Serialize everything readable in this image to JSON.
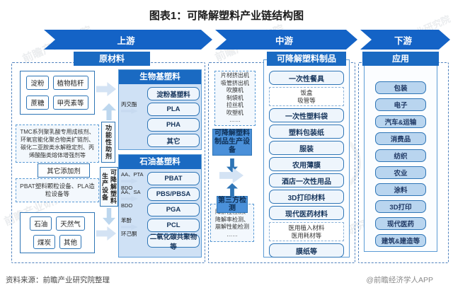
{
  "title": "图表1：可降解塑料产业链结构图",
  "banner": {
    "upstream": "上游",
    "midstream": "中游",
    "downstream": "下游"
  },
  "watermark": "前瞻产业研究院",
  "upstream": {
    "header": "原材料",
    "bio_sources": [
      "淀粉",
      "植物秸秆",
      "蔗糖",
      "甲壳素等"
    ],
    "additives_note": "TMC系列聚乳酸专用成核剂、环氧官能化聚合物类扩链剂、碳化二亚胺类水解稳定剂、丙烯酸酯类熔体增强剂等",
    "additives_label": "功能性助剂",
    "other_additives": "其它添加剂",
    "equipment_note": "PBAT塑料颗粒设备、PLA造粒设备等",
    "equipment_label": "可降解塑料生产设备",
    "fossil_sources": [
      "石油",
      "天然气",
      "煤炭",
      "其他"
    ],
    "bio_based": {
      "header": "生物基塑料",
      "pla_precursor": "丙交酯",
      "items": [
        "淀粉基塑料",
        "PLA",
        "PHA",
        "其它"
      ]
    },
    "petro_based": {
      "header": "石油基塑料",
      "items": [
        "PBAT",
        "PBS/PBSA",
        "PGA",
        "PCL",
        "二氧化碳共聚物等"
      ],
      "precursors": [
        {
          "top": "AA、PTA",
          "bottom": "BDO"
        },
        {
          "top": "AA、SA",
          "bottom": "BDO"
        },
        {
          "top": "苯酚",
          "bottom": "环己酮"
        }
      ]
    }
  },
  "midstream": {
    "header": "可降解塑料制品",
    "equipment_list": [
      "片材挤出机",
      "吸管挤出机",
      "吹膜机",
      "制袋机",
      "拉丝机",
      "吹塑机",
      "……"
    ],
    "equipment_box": "可降解塑料制品生产设备",
    "testing_box": "第三方检测",
    "testing_list": [
      "降解性检测、",
      "降解率检测、",
      "崩解性能检测",
      "……"
    ],
    "products": [
      {
        "label": "一次性餐具",
        "sub": "饭盒\n吸管等"
      },
      {
        "label": "一次性塑料袋"
      },
      {
        "label": "塑料包装纸"
      },
      {
        "label": "服装"
      },
      {
        "label": "农用薄膜"
      },
      {
        "label": "酒店一次性用品"
      },
      {
        "label": "3D打印材料"
      },
      {
        "label": "现代医药材料",
        "sub": "医用植入材料\n医用耗材等"
      },
      {
        "label": "膜纸等"
      }
    ]
  },
  "downstream": {
    "header": "应用",
    "items": [
      "包装",
      "电子",
      "汽车&运输",
      "消费品",
      "纺织",
      "农业",
      "涂料",
      "3D打印",
      "现代医药",
      "建筑&建造等"
    ]
  },
  "footer": {
    "source": "资料来源：前瞻产业研究院整理",
    "credit": "@前瞻经济学人APP"
  },
  "colors": {
    "banner_blue": "#1463c6",
    "header_blue": "#1a6ac2",
    "accent_border": "#2e75b6",
    "panel_bg": "#cfe1f5",
    "app_item_bg": "#b9d5ef",
    "mid_box_bg": "#4a90d9"
  }
}
